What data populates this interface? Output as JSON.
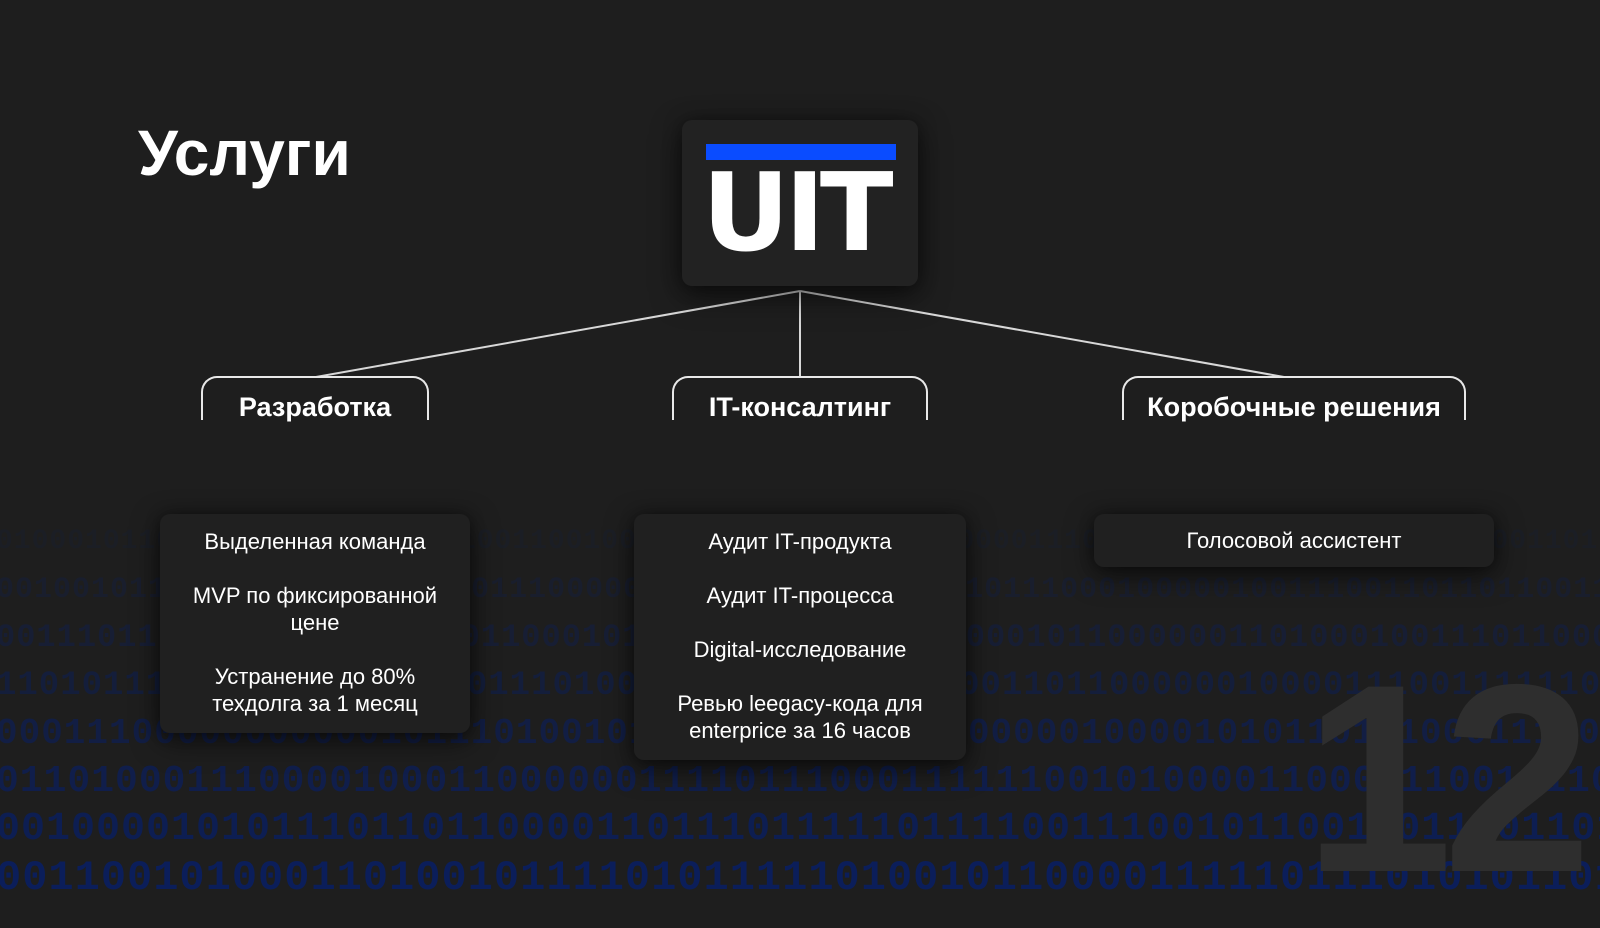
{
  "title": "Услуги",
  "logo": {
    "text": "UIT",
    "accent_color": "#0a4cff"
  },
  "page_number": "12",
  "branches": [
    {
      "label": "Разработка",
      "items": [
        "Выделенная команда",
        "MVP по фиксированной цене",
        "Устранение до 80% техдолга за 1 месяц"
      ]
    },
    {
      "label": "IT-консалтинг",
      "items": [
        "Аудит IT-продукта",
        "Аудит IT-процесса",
        "Digital-исследование",
        "Ревью leegacy-кода для enterprice за 16 часов"
      ]
    },
    {
      "label": "Коробочные решения",
      "items": [
        "Голосовой ассистент"
      ]
    }
  ],
  "colors": {
    "background": "#1e1e1e",
    "binary_pattern": "#0b1f5c",
    "accent": "#0a4cff"
  }
}
